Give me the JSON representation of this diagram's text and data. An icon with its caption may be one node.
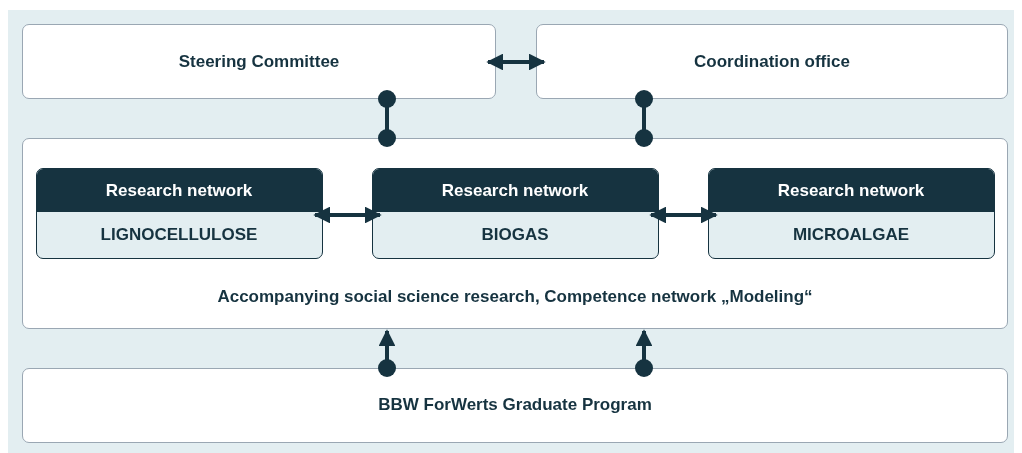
{
  "diagram": {
    "nodes": [
      {
        "text": [
          "Steering Committee"
        ]
      },
      {
        "text": [
          "Coordination office"
        ]
      },
      {
        "text": [
          "Accompanying social science research, Competence network „Modeling“"
        ]
      },
      {
        "text": [
          "Research network",
          "LIGNOCELLULOSE"
        ],
        "in": 2
      },
      {
        "text": [
          "Research network",
          "BIOGAS"
        ],
        "in": 2
      },
      {
        "text": [
          "Research network",
          "MICROALGAE"
        ],
        "in": 2
      },
      {
        "text": [
          "BBW ForWerts Graduate Program"
        ]
      }
    ],
    "edges": [
      {
        "from": 0,
        "to": 1,
        "arrow": "both"
      },
      {
        "from": 0,
        "to": 2,
        "arrow": "other"
      },
      {
        "from": 1,
        "to": 2,
        "arrow": "other"
      },
      {
        "from": 3,
        "to": 4,
        "arrow": "both"
      },
      {
        "from": 4,
        "to": 5,
        "arrow": "both"
      },
      {
        "from": 6,
        "to": 2,
        "arrow": "to"
      },
      {
        "from": 6,
        "to": 2,
        "arrow": "to"
      }
    ]
  }
}
